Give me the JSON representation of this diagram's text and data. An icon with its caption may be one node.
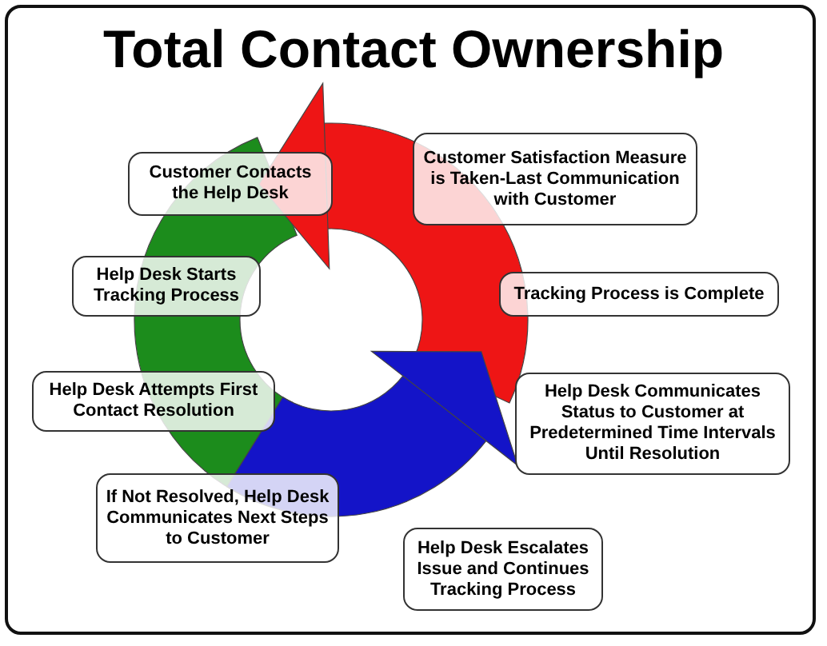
{
  "diagram": {
    "title": "Total Contact Ownership",
    "nodes": [
      {
        "text": [
          "Customer Contacts the Help Desk"
        ]
      },
      {
        "text": [
          "Help Desk Starts Tracking Process"
        ]
      },
      {
        "text": [
          "Help Desk Attempts First Contact Resolution"
        ]
      },
      {
        "text": [
          "If Not Resolved, Help Desk Communicates Next Steps to Customer"
        ]
      },
      {
        "text": [
          "Help Desk Escalates Issue and Continues Tracking Process"
        ]
      },
      {
        "text": [
          "Help Desk Communicates Status to Customer at Predetermined Time Intervals Until Resolution"
        ]
      },
      {
        "text": [
          "Tracking Process is Complete"
        ]
      },
      {
        "text": [
          "Customer Satisfaction Measure is Taken-Last Communication with Customer"
        ]
      }
    ]
  }
}
